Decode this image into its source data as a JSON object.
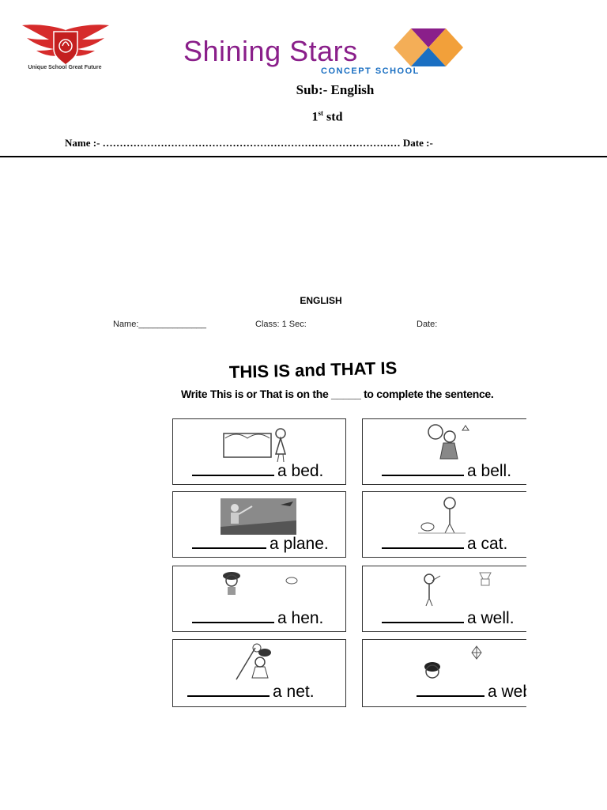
{
  "header": {
    "tagline": "Unique School Great Future",
    "brand_name": "Shining Stars",
    "brand_sub": "CONCEPT SCHOOL",
    "subject": "Sub:- English",
    "std_number": "1",
    "std_suffix": "st",
    "std_word": " std",
    "name_line": "Name  :- ……………………………………………………………………………  Date :-"
  },
  "colors": {
    "brand_purple": "#8a1f8a",
    "brand_blue": "#1a6fc2",
    "logo_red": "#d62b2b",
    "mark_orange": "#f2a03a"
  },
  "worksheet": {
    "title": "ENGLISH",
    "name_label": "Name:______________",
    "class_label": "Class: 1  Sec:",
    "date_label": "Date:",
    "heading": "THIS IS and THAT IS",
    "instruction": "Write This is or That is on the _____ to complete the sentence.",
    "cards": [
      {
        "text": "a bed."
      },
      {
        "text": "a bell."
      },
      {
        "text": "a plane."
      },
      {
        "text": "a cat."
      },
      {
        "text": "a hen."
      },
      {
        "text": "a well."
      },
      {
        "text": "a net."
      },
      {
        "text": "a web"
      }
    ]
  }
}
